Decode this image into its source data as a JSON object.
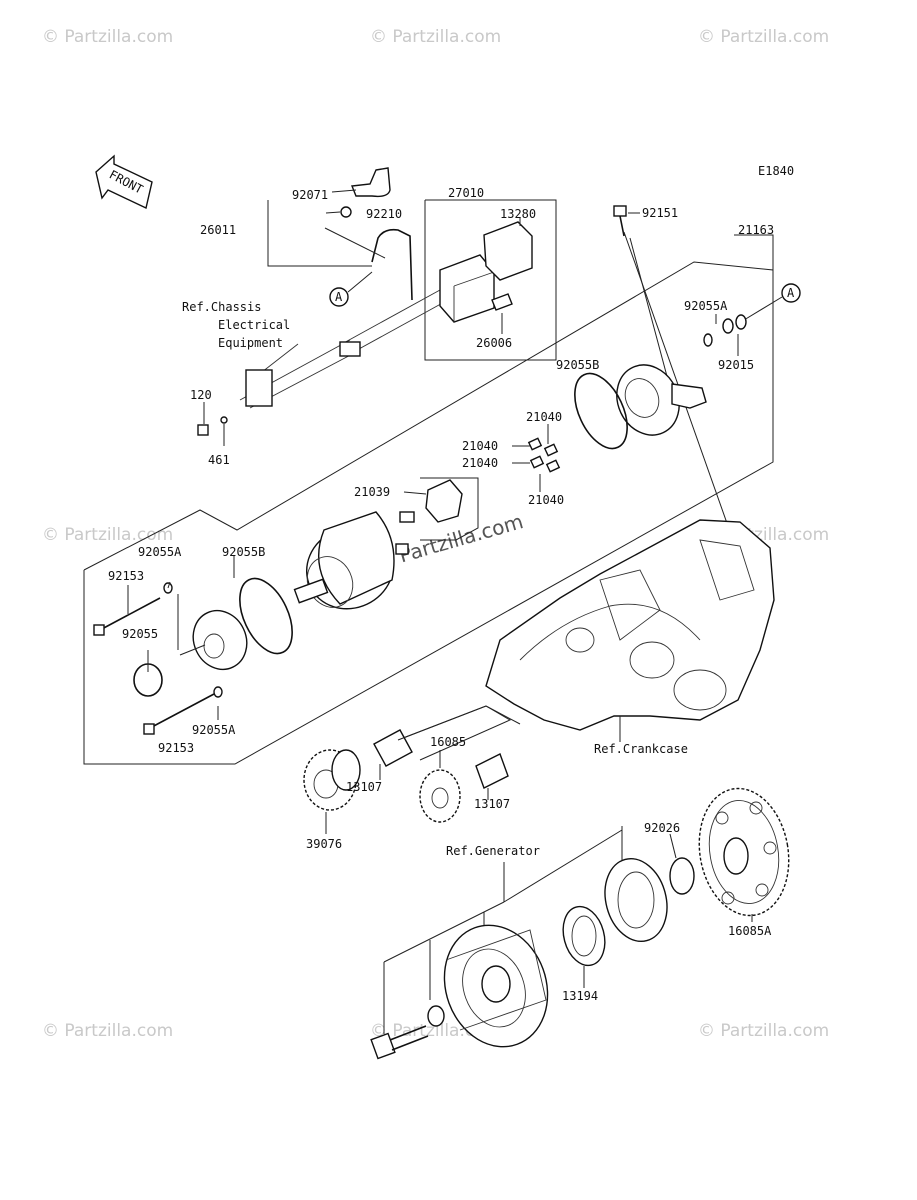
{
  "diagram_code": "E1840",
  "front_arrow_label": "FRONT",
  "callout_symbol": "A",
  "watermark_text": "© Partzilla.com",
  "watermark_center_text": "© Partzilla.com",
  "parts": [
    {
      "id": "92071",
      "label": "92071"
    },
    {
      "id": "92210",
      "label": "92210"
    },
    {
      "id": "26011",
      "label": "26011"
    },
    {
      "id": "27010",
      "label": "27010"
    },
    {
      "id": "13280",
      "label": "13280"
    },
    {
      "id": "26006",
      "label": "26006"
    },
    {
      "id": "92151",
      "label": "92151"
    },
    {
      "id": "21163",
      "label": "21163"
    },
    {
      "id": "92055A_top",
      "label": "92055A"
    },
    {
      "id": "92015",
      "label": "92015"
    },
    {
      "id": "92055B_top",
      "label": "92055B"
    },
    {
      "id": "120",
      "label": "120"
    },
    {
      "id": "461",
      "label": "461"
    },
    {
      "id": "21040_a",
      "label": "21040"
    },
    {
      "id": "21040_b",
      "label": "21040"
    },
    {
      "id": "21040_c",
      "label": "21040"
    },
    {
      "id": "21040_d",
      "label": "21040"
    },
    {
      "id": "21039",
      "label": "21039"
    },
    {
      "id": "92055A_mid",
      "label": "92055A"
    },
    {
      "id": "92055B_mid",
      "label": "92055B"
    },
    {
      "id": "92153_top",
      "label": "92153"
    },
    {
      "id": "92055",
      "label": "92055"
    },
    {
      "id": "92055A_low",
      "label": "92055A"
    },
    {
      "id": "92153_low",
      "label": "92153"
    },
    {
      "id": "16085",
      "label": "16085"
    },
    {
      "id": "13107_a",
      "label": "13107"
    },
    {
      "id": "13107_b",
      "label": "13107"
    },
    {
      "id": "39076",
      "label": "39076"
    },
    {
      "id": "92026",
      "label": "92026"
    },
    {
      "id": "16085A",
      "label": "16085A"
    },
    {
      "id": "13194",
      "label": "13194"
    }
  ],
  "references": {
    "chassis_line1": "Ref.Chassis",
    "chassis_line2": "Electrical",
    "chassis_line3": "Equipment",
    "crankcase": "Ref.Crankcase",
    "generator": "Ref.Generator"
  }
}
